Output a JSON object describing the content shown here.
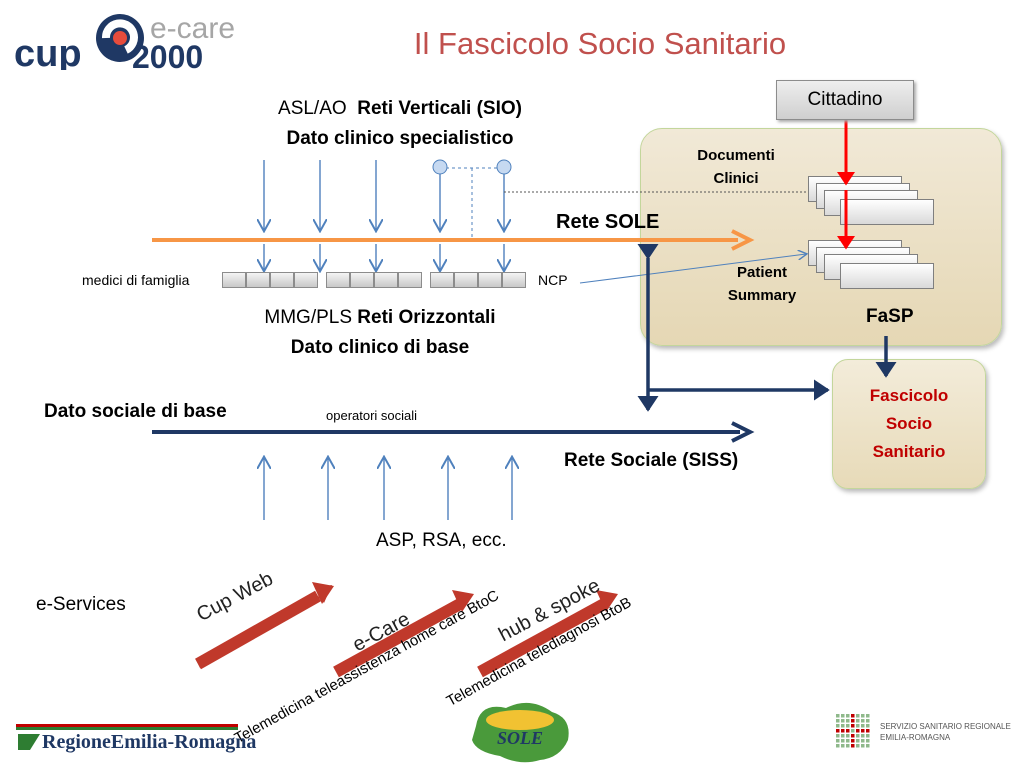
{
  "header": {
    "title": "Il Fascicolo Socio Sanitario",
    "logo": {
      "text_cup": "cup",
      "text_ecare": "e-care",
      "text_2000": "2000"
    }
  },
  "vertical_networks": {
    "prefix": "ASL/AO",
    "label": "Reti Verticali  (SIO)",
    "subtitle": "Dato clinico specialistico"
  },
  "rete_sole": "Rete SOLE",
  "medici_label": "medici di famiglia",
  "ncp_label": "NCP",
  "horizontal_networks": {
    "prefix": "MMG/PLS",
    "label": "Reti Orizzontali",
    "subtitle": "Dato clinico di base"
  },
  "cittadino": "Cittadino",
  "fasp": {
    "documenti_clinici": "Documenti Clinici",
    "patient_summary": "Patient Summary",
    "label": "FaSP"
  },
  "fascicolo": "Fascicolo Socio Sanitario",
  "social": {
    "dato_sociale": "Dato sociale di base",
    "operatori": "operatori sociali",
    "rete_sociale": "Rete Sociale (SISS)",
    "sources": "ASP, RSA, ecc."
  },
  "eservices": {
    "label": "e-Services",
    "arrows": [
      {
        "label": "Cup Web",
        "caption": ""
      },
      {
        "label": "e-Care",
        "caption": "Telemedicina  teleassistenza home care BtoC"
      },
      {
        "label": "hub & spoke",
        "caption": "Telemedicina telediagnosi BtoB"
      }
    ]
  },
  "footer": {
    "regione": "RegioneEmilia-Romagna",
    "sole_logo": "SOLE",
    "servizio_line1": "SERVIZIO SANITARIO REGIONALE",
    "servizio_line2": "EMILIA-ROMAGNA"
  },
  "colors": {
    "title": "#c0504d",
    "orange_arrow": "#f79646",
    "navy_arrow": "#1f3864",
    "blue_line": "#4f81bd",
    "red_arrow": "#ff0000",
    "eservice_arrow": "#c0392b",
    "fascicolo_text": "#c00000"
  }
}
